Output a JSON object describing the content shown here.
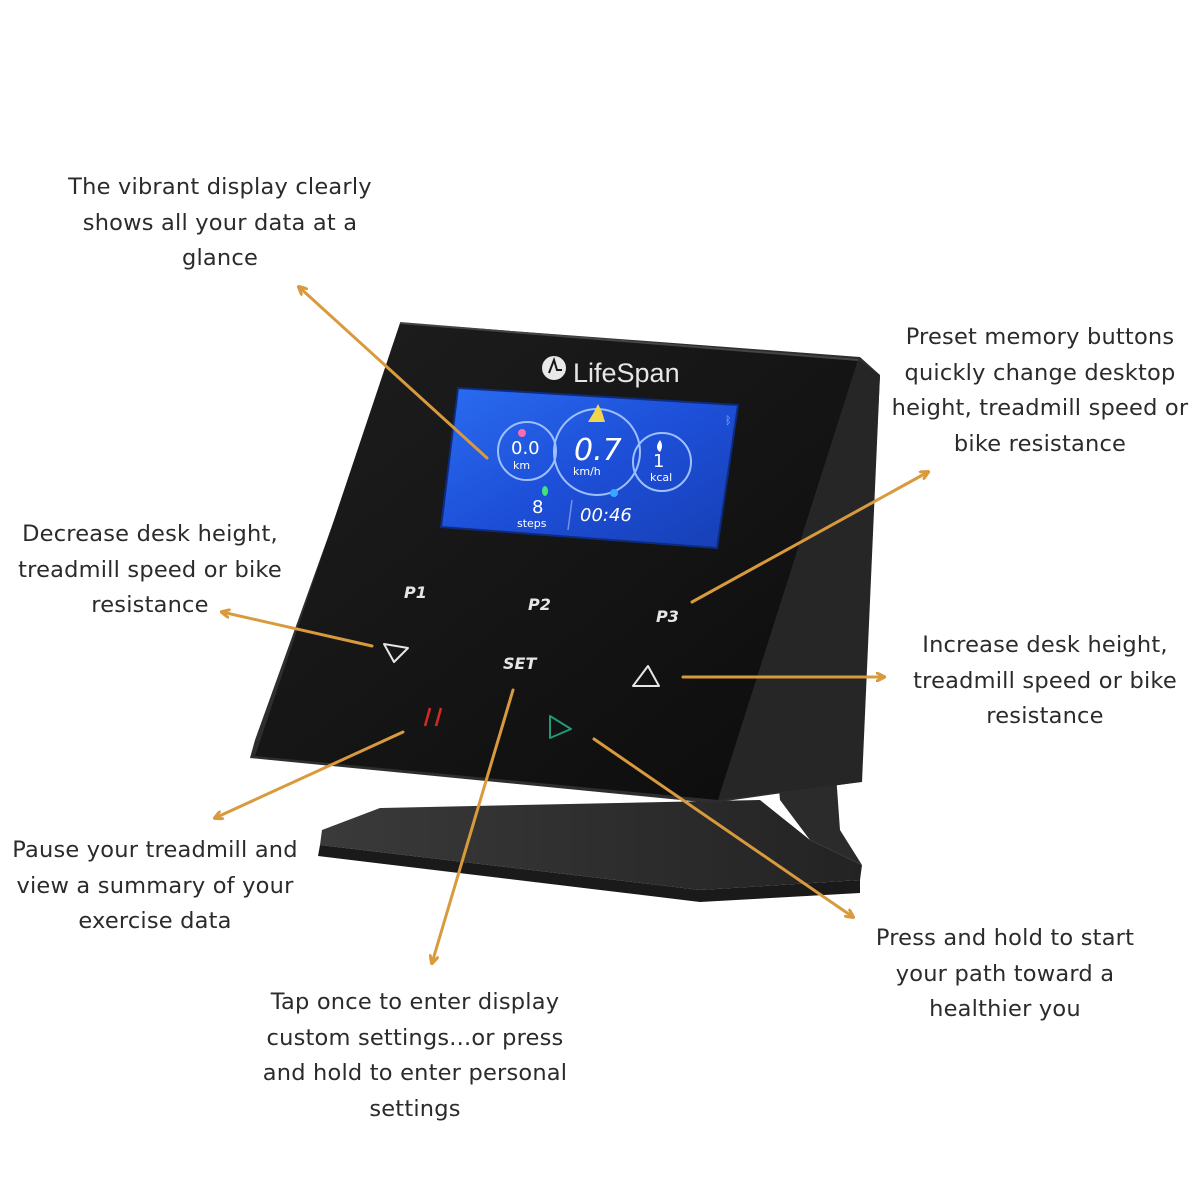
{
  "brand": {
    "name": "LifeSpan"
  },
  "display": {
    "distance_value": "0.0",
    "distance_unit": "km",
    "speed_value": "0.7",
    "speed_unit": "km/h",
    "calories_value": "1",
    "calories_unit": "kcal",
    "steps_value": "8",
    "steps_unit": "steps",
    "time_value": "00:46",
    "icons": [
      "location-pin-icon",
      "walker-icon",
      "flame-icon",
      "footprint-icon",
      "clock-icon",
      "bluetooth-icon"
    ]
  },
  "buttons": {
    "p1": "P1",
    "p2": "P2",
    "p3": "P3",
    "set": "SET",
    "decrease_icon": "triangle-down-icon",
    "increase_icon": "triangle-up-icon",
    "pause_icon": "pause-icon",
    "start_icon": "play-icon"
  },
  "callouts": {
    "display": "The vibrant display clearly\nshows all your data at a\nglance",
    "preset": "Preset memory buttons\nquickly change desktop\nheight, treadmill speed or\nbike resistance",
    "decrease": "Decrease desk height,\ntreadmill speed or bike\nresistance",
    "increase": "Increase desk height,\ntreadmill speed or bike\nresistance",
    "pause": "Pause your treadmill and\nview a summary of your\nexercise data",
    "set": "Tap once to enter display\ncustom settings...or press\nand hold to enter personal\nsettings",
    "start": "Press and hold to start\nyour path toward a\nhealthier you"
  },
  "colors": {
    "arrow": "#d99a3d",
    "screen": "#1f4fd6",
    "device": "#151515",
    "pause": "#d42a22",
    "start": "#1f9a78"
  }
}
